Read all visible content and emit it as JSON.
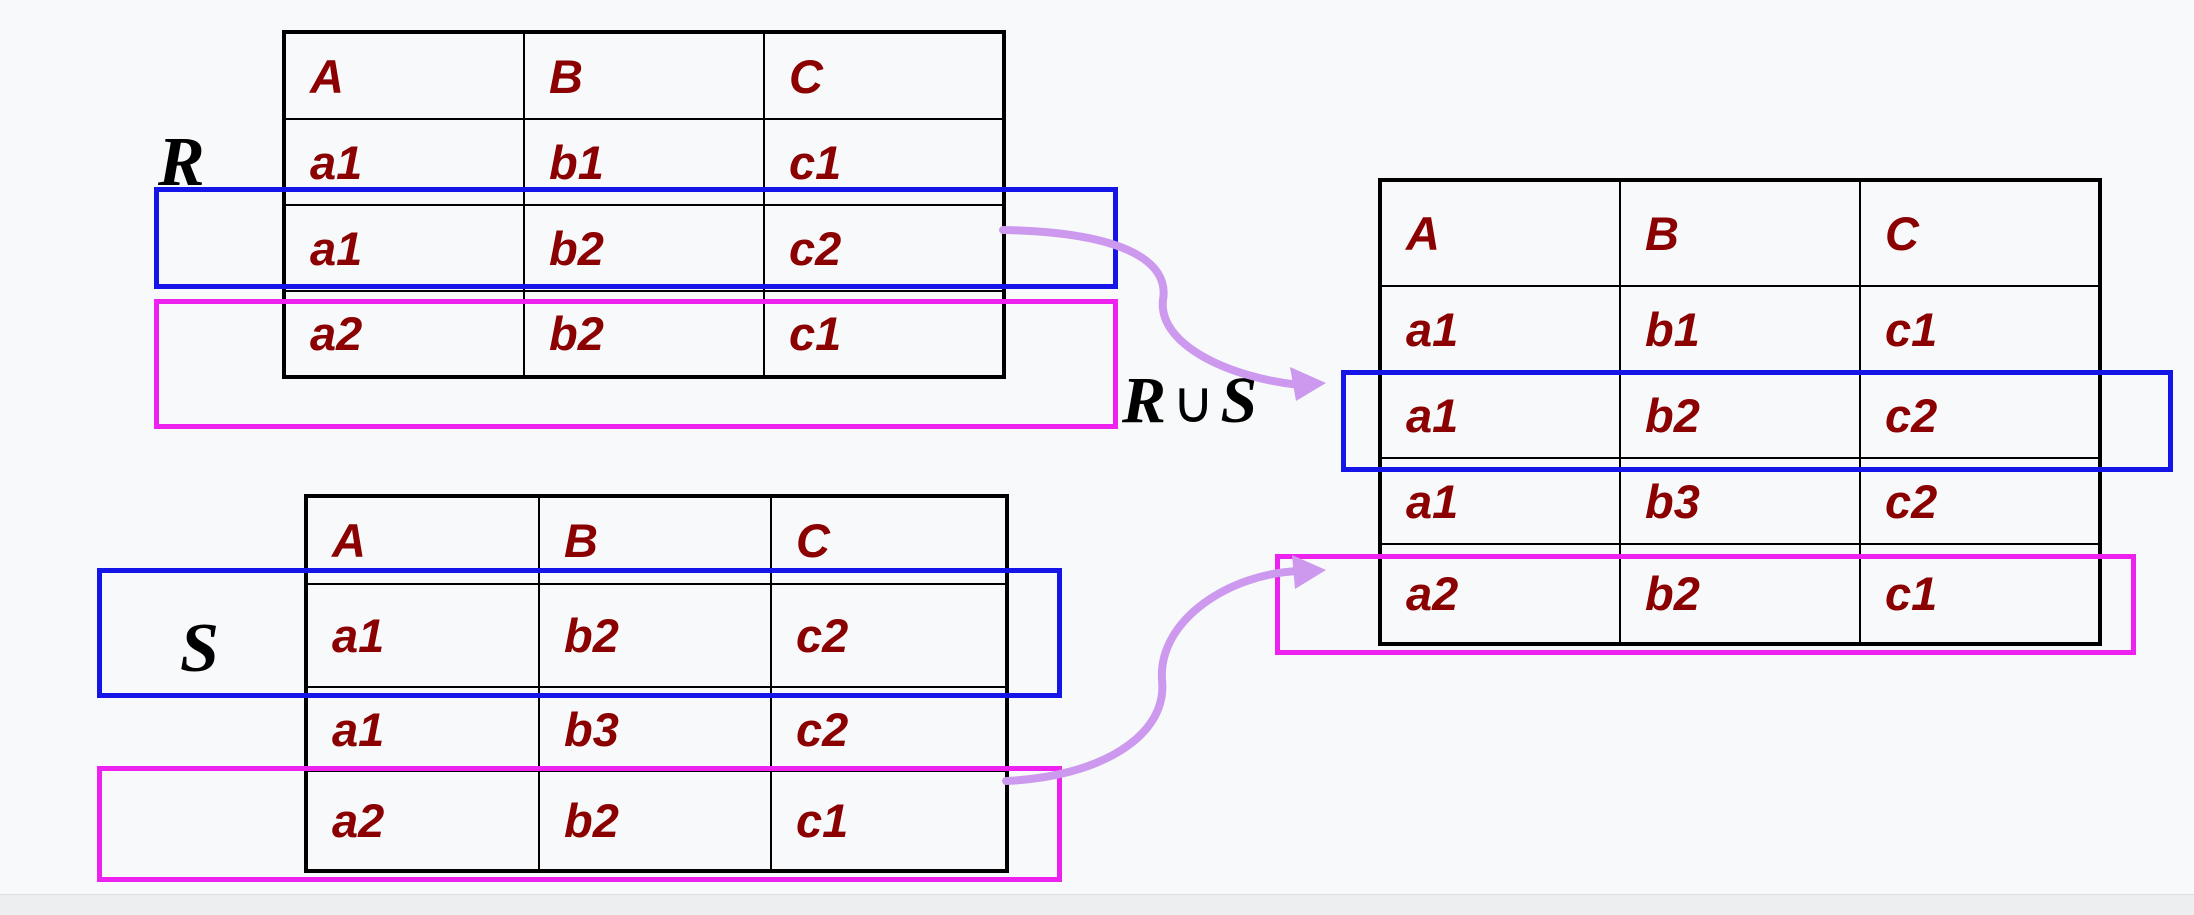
{
  "labels": {
    "r": "R",
    "s": "S",
    "union_left": "R",
    "union_op": "∪",
    "union_right": "S"
  },
  "relations": {
    "r": {
      "headers": [
        "A",
        "B",
        "C"
      ],
      "rows": [
        [
          "a1",
          "b1",
          "c1"
        ],
        [
          "a1",
          "b2",
          "c2"
        ],
        [
          "a2",
          "b2",
          "c1"
        ]
      ]
    },
    "s": {
      "headers": [
        "A",
        "B",
        "C"
      ],
      "rows": [
        [
          "a1",
          "b2",
          "c2"
        ],
        [
          "a1",
          "b3",
          "c2"
        ],
        [
          "a2",
          "b2",
          "c1"
        ]
      ]
    },
    "union": {
      "headers": [
        "A",
        "B",
        "C"
      ],
      "rows": [
        [
          "a1",
          "b1",
          "c1"
        ],
        [
          "a1",
          "b2",
          "c2"
        ],
        [
          "a1",
          "b3",
          "c2"
        ],
        [
          "a2",
          "b2",
          "c1"
        ]
      ]
    }
  },
  "colors": {
    "cell_text": "#8b0000",
    "highlight_blue": "#1515e8",
    "highlight_magenta": "#ee22ee",
    "arrow": "#cc99ee"
  }
}
